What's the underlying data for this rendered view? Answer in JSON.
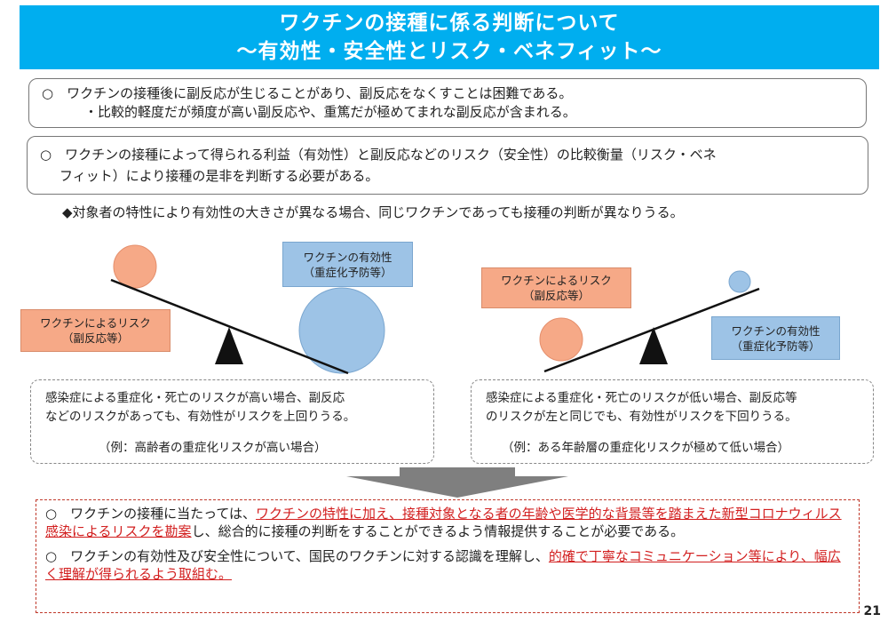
{
  "header": {
    "line1": "ワクチンの接種に係る判断について",
    "line2": "〜有効性・安全性とリスク・ベネフィット〜"
  },
  "box1": {
    "line1": "○　ワクチンの接種後に副反応が生じることがあり、副反応をなくすことは困難である。",
    "line2": "・比較的軽度だが頻度が高い副反応や、重篤だが極めてまれな副反応が含まれる。"
  },
  "box2": {
    "line1": "○　ワクチンの接種によって得られる利益（有効性）と副反応などのリスク（安全性）の比較衡量（リスク・ベネ",
    "line2": "フィット）により接種の是非を判断する必要がある。"
  },
  "note": "◆対象者の特性により有効性の大きさが異なる場合、同じワクチンであっても接種の判断が異なりうる。",
  "left": {
    "effect_label_1": "ワクチンの有効性",
    "effect_label_2": "（重症化予防等）",
    "risk_label_1": "ワクチンによるリスク",
    "risk_label_2": "（副反応等）",
    "text_1": "感染症による重症化・死亡のリスクが高い場合、副反応",
    "text_2": "などのリスクがあっても、有効性がリスクを上回りうる。",
    "example": "（例：高齢者の重症化リスクが高い場合）"
  },
  "right": {
    "risk_label_1": "ワクチンによるリスク",
    "risk_label_2": "（副反応等）",
    "effect_label_1": "ワクチンの有効性",
    "effect_label_2": "（重症化予防等）",
    "text_1": "感染症による重症化・死亡のリスクが低い場合、副反応等",
    "text_2": "のリスクが左と同じでも、有効性がリスクを下回りうる。",
    "example": "（例：ある年齢層の重症化リスクが極めて低い場合）"
  },
  "bottom": {
    "p1_a": "○　ワクチンの接種に当たっては、",
    "p1_red": "ワクチンの特性に加え、接種対象となる者の年齢や医学的な背景等を踏まえた新型コロナウィルス感染によるリスクを勘案",
    "p1_b": "し、総合的に接種の判断をすることができるよう情報提供することが必要である。",
    "p2_a": "○　ワクチンの有効性及び安全性について、国民のワクチンに対する認識を理解し、",
    "p2_red": "的確で丁寧なコミュニケーション等により、幅広く理解が得られるよう取組む。"
  },
  "page_number": "21",
  "colors": {
    "header_bg": "#00aeef",
    "risk_orange": "#f6a987",
    "effect_blue": "#9dc3e6",
    "emphasis_red": "#d21f1f"
  }
}
